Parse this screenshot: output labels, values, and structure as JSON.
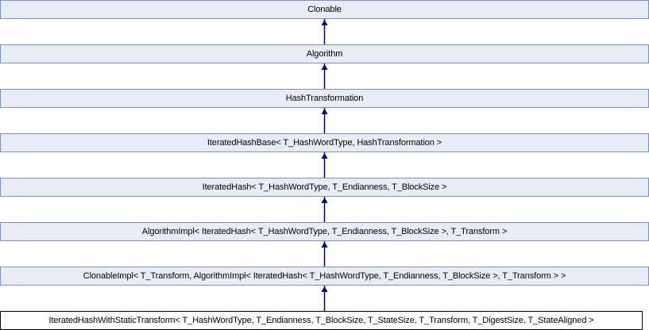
{
  "diagram": {
    "type": "class-inheritance-diagram",
    "direction": "derived-at-bottom-arrows-point-up",
    "colors": {
      "node_fill": "#E8ECF5",
      "node_border": "#7E8FBB",
      "current_node_fill": "#FFFFFF",
      "current_node_border": "#000000",
      "arrow_color": "#000080",
      "text_color": "#000000"
    },
    "nodes": [
      {
        "label": "Clonable",
        "current": false
      },
      {
        "label": "Algorithm",
        "current": false
      },
      {
        "label": "HashTransformation",
        "current": false
      },
      {
        "label": "IteratedHashBase< T_HashWordType, HashTransformation >",
        "current": false
      },
      {
        "label": "IteratedHash< T_HashWordType, T_Endianness, T_BlockSize >",
        "current": false
      },
      {
        "label": "AlgorithmImpl< IteratedHash< T_HashWordType, T_Endianness, T_BlockSize >, T_Transform >",
        "current": false
      },
      {
        "label": "ClonableImpl< T_Transform, AlgorithmImpl< IteratedHash< T_HashWordType, T_Endianness, T_BlockSize >, T_Transform > >",
        "current": false
      },
      {
        "label": "IteratedHashWithStaticTransform< T_HashWordType, T_Endianness, T_BlockSize, T_StateSize, T_Transform, T_DigestSize, T_StateAligned >",
        "current": true
      }
    ]
  }
}
